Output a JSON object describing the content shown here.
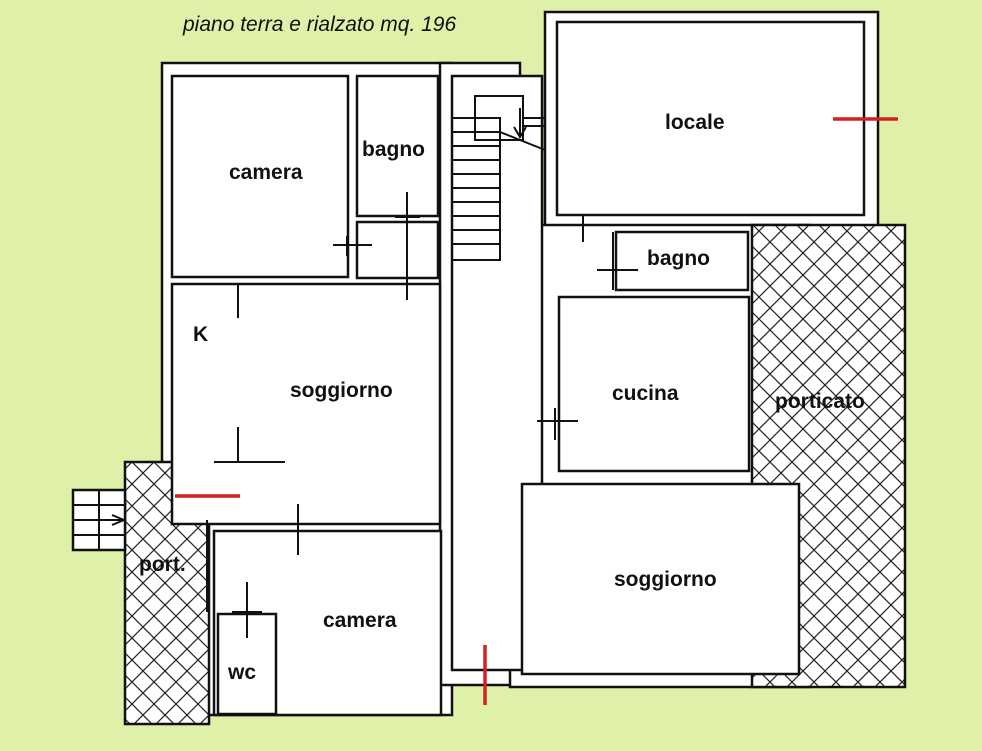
{
  "title": "piano terra e rialzato mq. 196",
  "rooms": {
    "camera_top": "camera",
    "bagno_left": "bagno",
    "k": "K",
    "soggiorno_left": "soggiorno",
    "port": "port.",
    "camera_bottom": "camera",
    "wc": "wc",
    "locale": "locale",
    "bagno_right": "bagno",
    "cucina": "cucina",
    "porticato": "porticato",
    "soggiorno_right": "soggiorno"
  },
  "colors": {
    "background": "#dff0a8",
    "walls": "#111111",
    "rooms": "#ffffff",
    "markers": "#d42020"
  }
}
